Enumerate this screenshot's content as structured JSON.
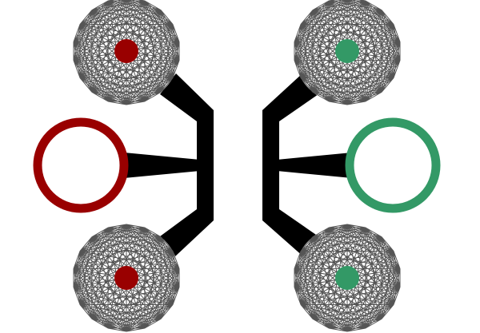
{
  "colors": {
    "background": "#ffffff",
    "mesh_stroke": "#555555",
    "connector": "#000000",
    "left_accent": "#990000",
    "right_accent": "#339966"
  },
  "mesh_nodes": [
    {
      "side": "left",
      "position": "top",
      "accent": "left_accent"
    },
    {
      "side": "left",
      "position": "bottom",
      "accent": "left_accent"
    },
    {
      "side": "right",
      "position": "top",
      "accent": "right_accent"
    },
    {
      "side": "right",
      "position": "bottom",
      "accent": "right_accent"
    }
  ],
  "ring_nodes": [
    {
      "side": "left",
      "accent": "left_accent"
    },
    {
      "side": "right",
      "accent": "right_accent"
    }
  ]
}
